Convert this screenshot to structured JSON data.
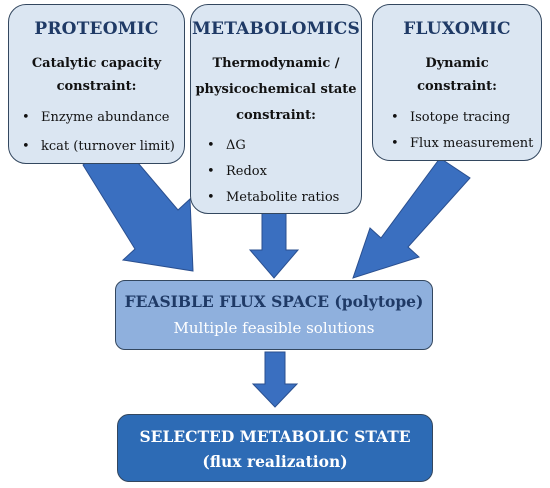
{
  "boxes": {
    "proteomic": {
      "title": "PROTEOMIC",
      "subtitle_lines": [
        "Catalytic capacity",
        "constraint:"
      ],
      "items": [
        "Enzyme abundance",
        "kcat (turnover limit)"
      ]
    },
    "metabolomics": {
      "title": "METABOLOMICS",
      "subtitle_lines": [
        "Thermodynamic /",
        "physicochemical state",
        "constraint:"
      ],
      "items": [
        "ΔG",
        "Redox",
        "Metabolite ratios"
      ]
    },
    "fluxomic": {
      "title": "FLUXOMIC",
      "subtitle_lines": [
        "Dynamic",
        "constraint:"
      ],
      "items": [
        "Isotope tracing",
        "Flux measurement"
      ]
    },
    "feasible": {
      "title": "FEASIBLE FLUX SPACE (polytope)",
      "subtitle": "Multiple feasible solutions"
    },
    "selected": {
      "line1": "SELECTED METABOLIC STATE",
      "line2": "(flux realization)"
    }
  },
  "bullet_char": "•",
  "colors": {
    "top_box_fill": "#dbe6f2",
    "middle_box_fill": "#8fb0dd",
    "bottom_box_fill": "#2d6bb5",
    "arrow_fill": "#3a6fc0",
    "title_text": "#1f3a66"
  }
}
